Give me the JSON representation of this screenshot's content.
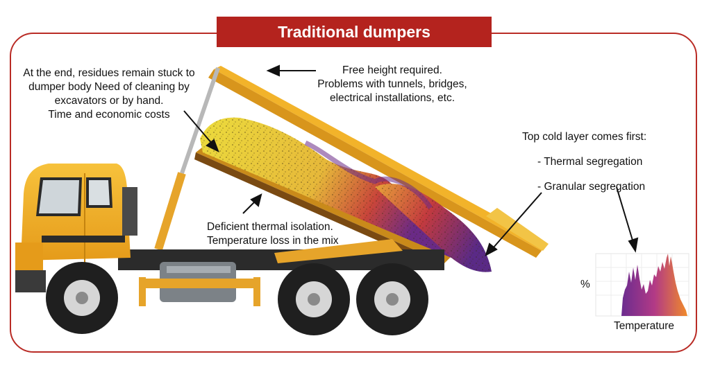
{
  "title": "Traditional dumpers",
  "notes": {
    "residues": {
      "lines": [
        "At the end, residues remain stuck to",
        "dumper body Need of cleaning by",
        "excavators or by hand.",
        "Time and economic costs"
      ]
    },
    "free_height": {
      "lines": [
        "Free height required.",
        "Problems with tunnels, bridges,",
        "electrical installations, etc."
      ]
    },
    "cold_layer": {
      "heading": "Top cold layer comes first:",
      "items": [
        "- Thermal segregation",
        "- Granular segregation"
      ]
    },
    "thermal": {
      "lines": [
        "Deficient thermal isolation.",
        "Temperature loss in the mix"
      ]
    }
  },
  "histogram": {
    "ylabel": "%",
    "xlabel": "Temperature"
  },
  "colors": {
    "accent_red": "#b4231e",
    "truck_yellow": "#f2b32a",
    "cool_mix": "#6a2a86",
    "hot_mix": "#e8d83a"
  }
}
